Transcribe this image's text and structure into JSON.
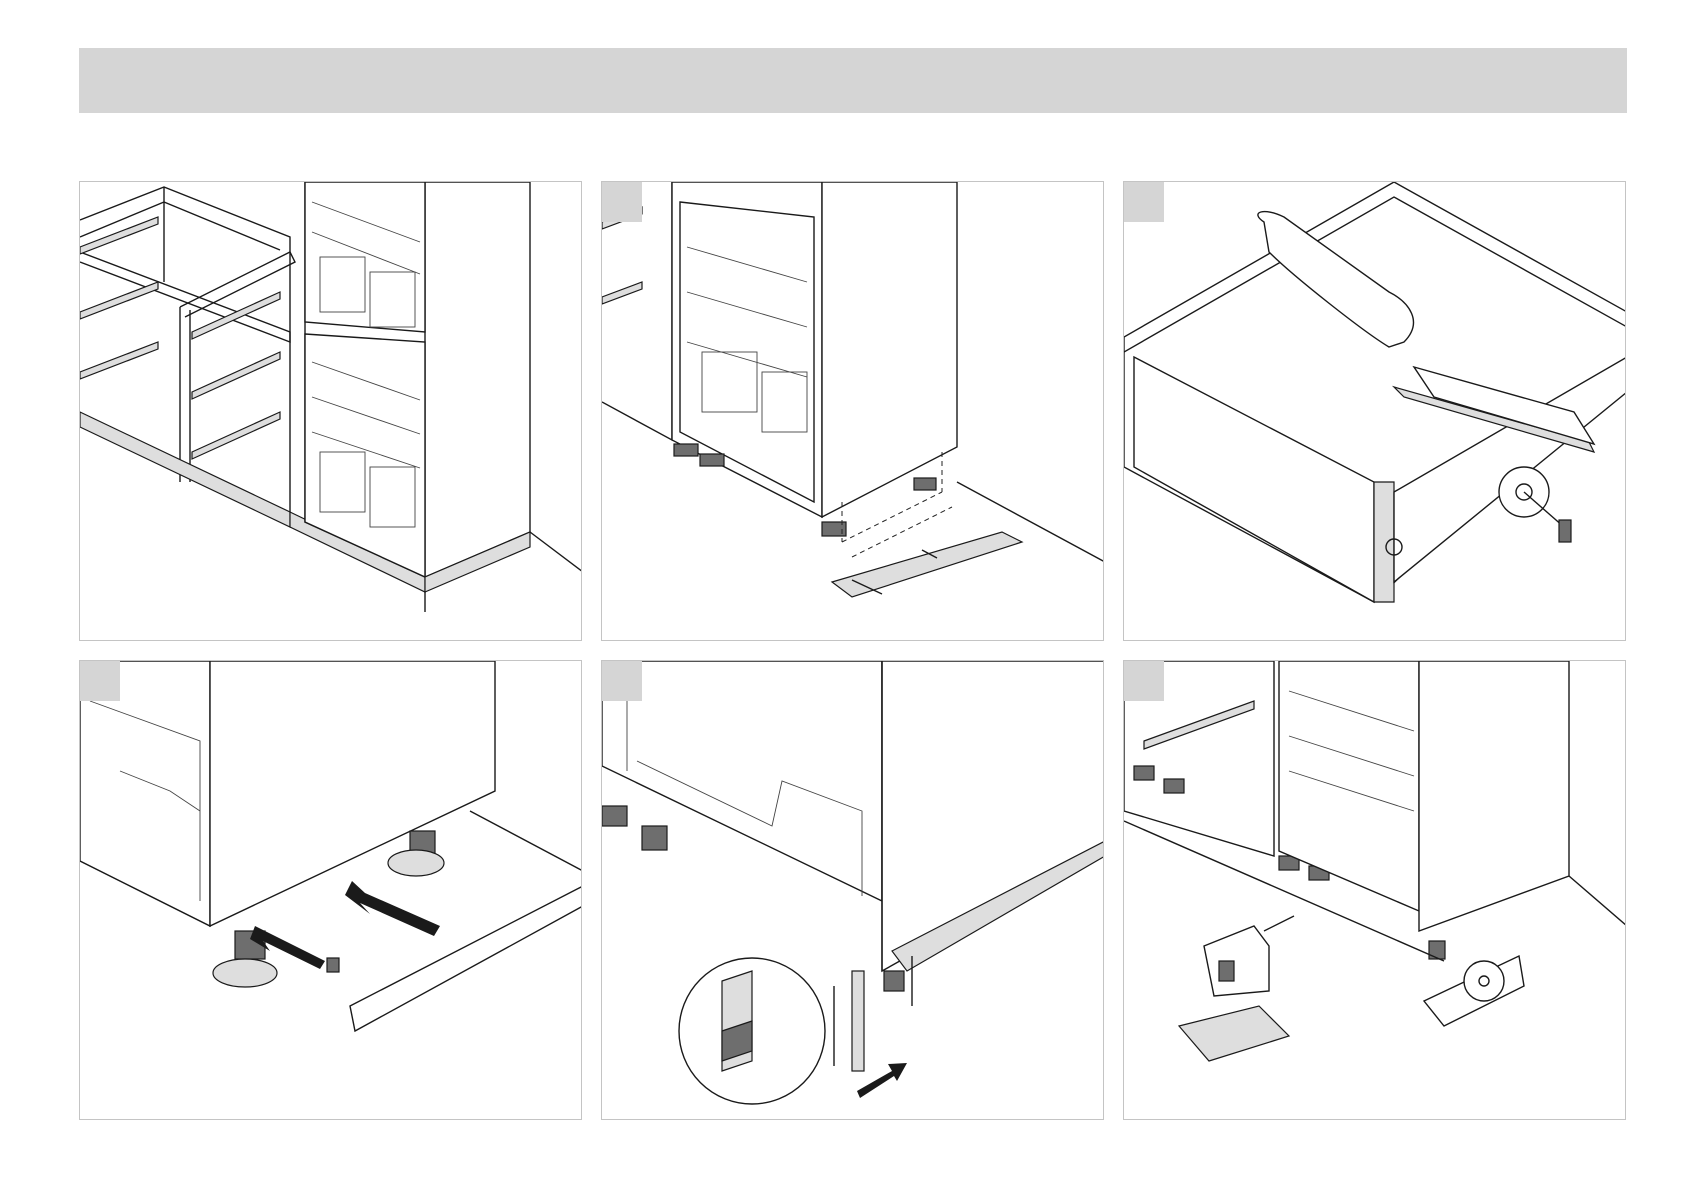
{
  "header": {
    "title": ""
  },
  "panels": [
    {
      "id": 1,
      "step_label": "",
      "has_tab": false,
      "scene": "kitchen-cabinet-row-with-drawers-and-fridge"
    },
    {
      "id": 2,
      "step_label": "",
      "has_tab": true,
      "scene": "measure-plinth-under-cabinet"
    },
    {
      "id": 3,
      "step_label": "",
      "has_tab": true,
      "scene": "cut-plinth-on-table-saw"
    },
    {
      "id": 4,
      "step_label": "",
      "has_tab": true,
      "scene": "attach-clip-and-push-plinth"
    },
    {
      "id": 5,
      "step_label": "",
      "has_tab": true,
      "scene": "insert-corner-profile-slide-plinth"
    },
    {
      "id": 6,
      "step_label": "",
      "has_tab": true,
      "scene": "jigsaw-cut-plinth-to-length"
    }
  ],
  "icons": [
    "arrow-icon",
    "adjustable-foot-icon",
    "jigsaw-icon",
    "table-saw-icon",
    "measure-tape-icon"
  ],
  "colors": {
    "header_bar": "#d5d5d5",
    "panel_border": "#c4c4c4",
    "line": "#1a1a1a"
  }
}
